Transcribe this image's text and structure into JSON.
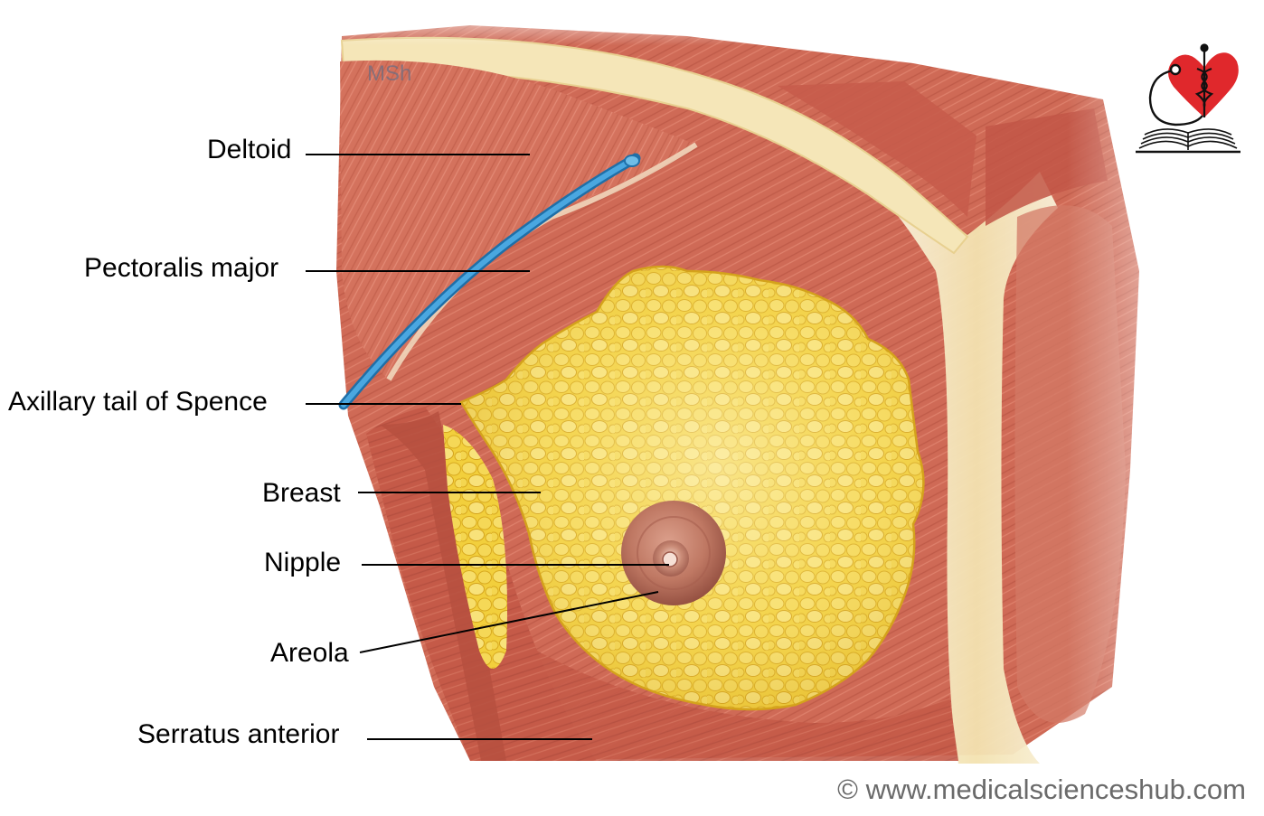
{
  "labels": {
    "deltoid": "Deltoid",
    "pectoralis_major": "Pectoralis major",
    "axillary_tail": "Axillary tail of Spence",
    "breast": "Breast",
    "nipple": "Nipple",
    "areola": "Areola",
    "serratus_anterior": "Serratus anterior"
  },
  "watermark": "MSh",
  "copyright": "© www.medicalscienceshub.com",
  "colors": {
    "muscle": "#c8604f",
    "muscle_light": "#e3907a",
    "fat": "#f3d03e",
    "fascia": "#f6eccd",
    "vessel": "#3a96d4",
    "areola": "#b8705d",
    "logo_heart": "#e0282c"
  },
  "icons": [
    "heart-logo-icon",
    "caduceus-icon",
    "stethoscope-icon",
    "open-book-icon"
  ]
}
